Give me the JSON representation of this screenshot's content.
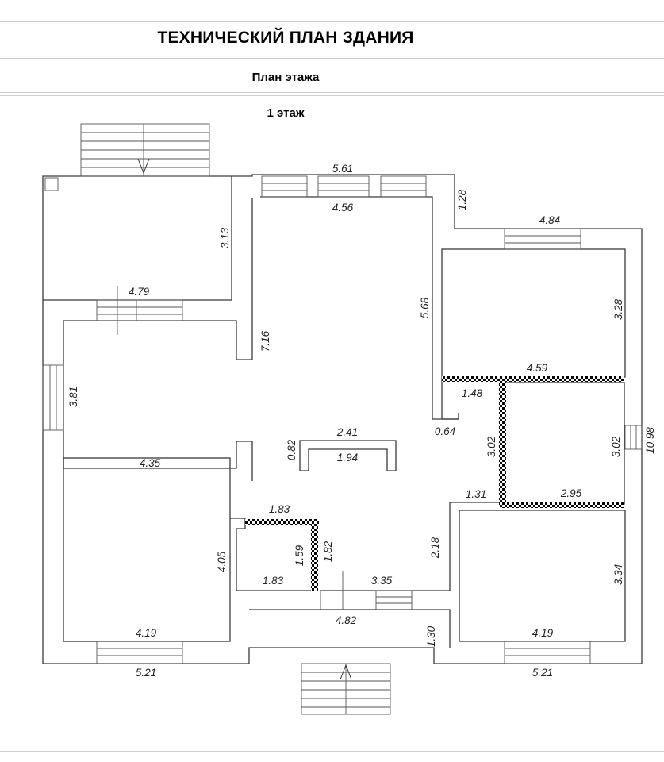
{
  "header": {
    "title": "ТЕХНИЧЕСКИЙ ПЛАН ЗДАНИЯ",
    "subtitle": "План этажа",
    "floor_label": "1 этаж"
  },
  "dimensions": {
    "top_outer": "5.61",
    "top_inner": "4.56",
    "nw_room_height": "3.13",
    "ne_wall_step": "1.28",
    "ne_room_width": "4.84",
    "ne_room_height": "3.28",
    "hall_wall_left": "7.16",
    "hall_wall_right": "5.68",
    "w_room_width_top": "4.79",
    "w_room_height": "3.81",
    "w_room_width_bottom": "4.35",
    "closet_top": "4.59",
    "closet_step": "1.48",
    "niche_depth": "0.64",
    "bath_height_left": "3.02",
    "bath_height_right": "3.02",
    "east_total": "10.98",
    "column_top": "2.41",
    "column_inner": "1.94",
    "column_depth": "0.82",
    "bath_bottom": "2.95",
    "corridor_step": "1.31",
    "wc_top": "1.83",
    "wc_height_left": "1.59",
    "wc_height_right": "1.82",
    "wc_bottom": "1.83",
    "sw_room_height": "4.05",
    "hall_bottom_wall": "2.18",
    "entry_width_top": "3.35",
    "se_room_height": "3.34",
    "entry_width": "4.82",
    "porch_depth": "1.30",
    "sw_room_inner": "4.19",
    "sw_room_outer": "5.21",
    "se_room_inner": "4.19",
    "se_room_outer": "5.21"
  }
}
